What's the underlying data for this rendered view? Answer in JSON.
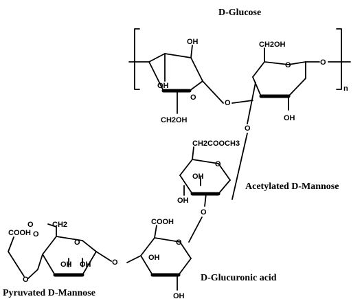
{
  "units": {
    "glucose": "D-Glucose",
    "acetylated_mannose": "Acetylated D-Mannose",
    "glucuronic_acid": "D-Glucuronic acid",
    "pyruvated_mannose": "Pyruvated D-Mannose"
  },
  "repeat_subscript": "n",
  "atoms": {
    "oh": "OH",
    "ch2oh": "CH2OH",
    "ch2": "CH2",
    "ch2cooch3": "CH2COOCH3",
    "cooh": "COOH",
    "o": "O"
  }
}
